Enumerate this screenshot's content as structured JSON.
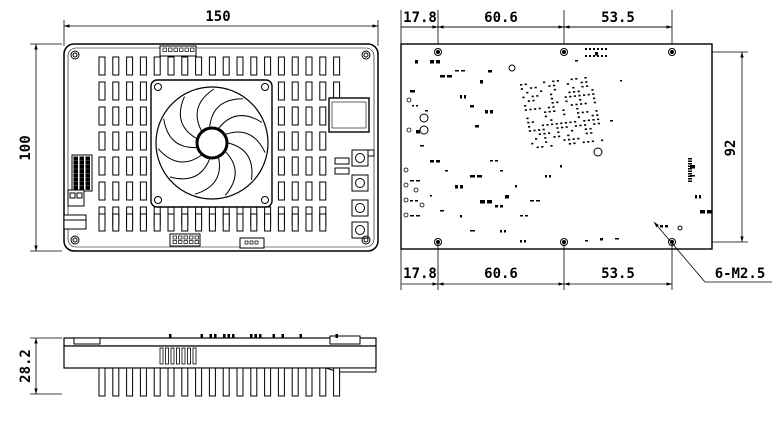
{
  "dimensions": {
    "top_width": "150",
    "top_height": "100",
    "bottom_top_a": "17.8",
    "bottom_top_b": "60.6",
    "bottom_top_c": "53.5",
    "bottom_right_height": "92",
    "bottom_bot_a": "17.8",
    "bottom_bot_b": "60.6",
    "bottom_bot_c": "53.5",
    "hole_callout": "6-M2.5",
    "side_height": "28.2"
  }
}
